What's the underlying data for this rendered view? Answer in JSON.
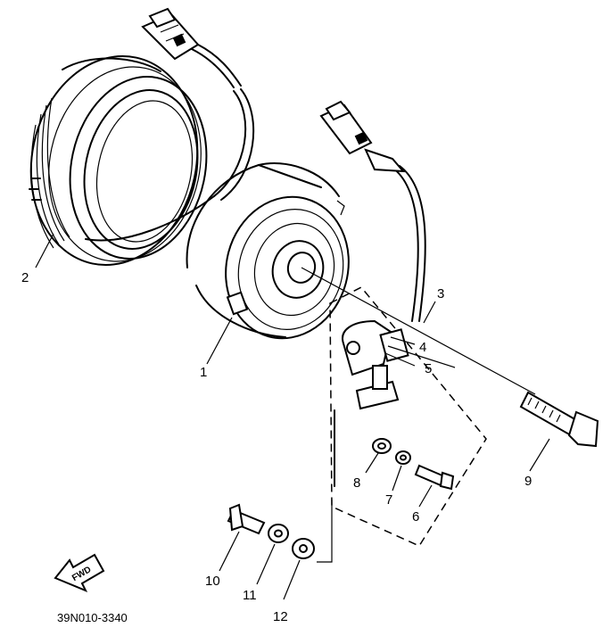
{
  "figure_code": "39N010-3340",
  "direction_arrow": "FWD",
  "callouts": [
    "1",
    "2",
    "3",
    "4",
    "5",
    "6",
    "7",
    "8",
    "9",
    "10",
    "11",
    "12"
  ]
}
